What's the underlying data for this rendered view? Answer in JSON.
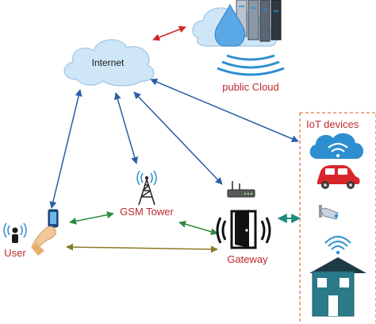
{
  "diagram": {
    "nodes": {
      "internet": {
        "label": "Internet"
      },
      "public_cloud": {
        "label": "public Cloud"
      },
      "gsm_tower": {
        "label": "GSM Tower"
      },
      "user": {
        "label": "User"
      },
      "gateway": {
        "label": "Gateway"
      },
      "iot_devices": {
        "label": "IoT devices"
      }
    },
    "colors": {
      "label_red": "#c0282d",
      "link_red": "#d0262a",
      "link_blue": "#2a5ea8",
      "link_green": "#2e8b3e",
      "link_olive": "#8a7a2a",
      "link_teal": "#1f8a80",
      "iot_border": "#e07a4a",
      "cloud_fill": "#cfe6f7",
      "iot_blue": "#2d8fd0",
      "car_red": "#d9262c",
      "house_teal": "#2a7a8a"
    }
  }
}
